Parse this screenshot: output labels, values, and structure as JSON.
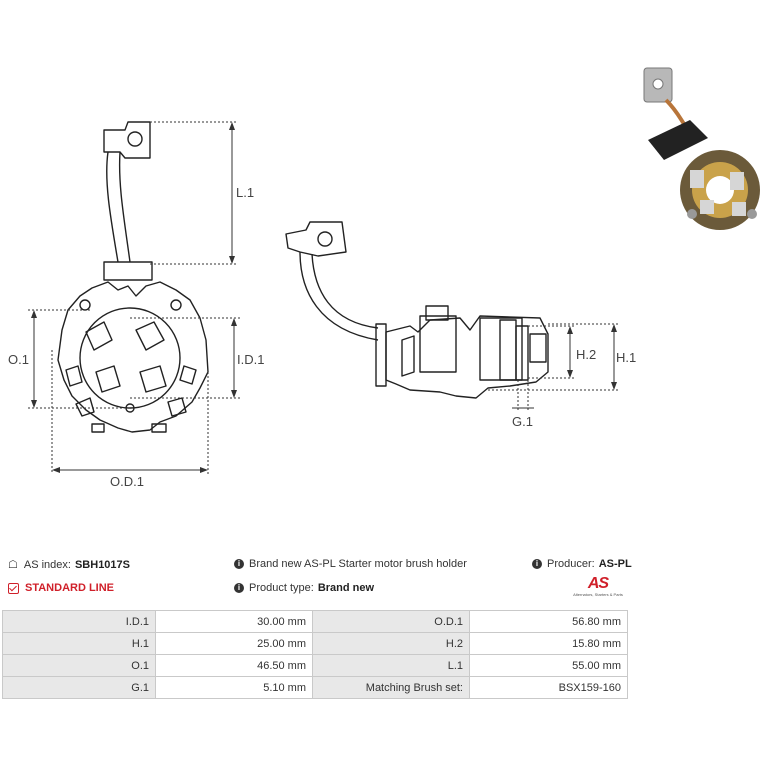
{
  "drawing": {
    "labels": {
      "l1": "L.1",
      "o1": "O.1",
      "id1": "I.D.1",
      "od1": "O.D.1",
      "h2": "H.2",
      "h1": "H.1",
      "g1": "G.1"
    }
  },
  "info": {
    "as_index_label": "AS index:",
    "as_index_value": "SBH1017S",
    "description": "Brand new AS-PL Starter motor brush holder",
    "producer_label": "Producer:",
    "producer_value": "AS-PL",
    "standard_line": "STANDARD LINE",
    "product_type_label": "Product type:",
    "product_type_value": "Brand new",
    "logo_text": "AS",
    "logo_sub": "Alternators, Starters & Parts"
  },
  "specs": {
    "rows": [
      [
        "I.D.1",
        "30.00 mm",
        "O.D.1",
        "56.80 mm"
      ],
      [
        "H.1",
        "25.00 mm",
        "H.2",
        "15.80 mm"
      ],
      [
        "O.1",
        "46.50 mm",
        "L.1",
        "55.00 mm"
      ],
      [
        "G.1",
        "5.10 mm",
        "Matching Brush set:",
        "BSX159-160"
      ]
    ]
  },
  "colors": {
    "accent_red": "#d0202a",
    "label_cell_bg": "#e8e8e8",
    "border": "#c9c9c9"
  }
}
